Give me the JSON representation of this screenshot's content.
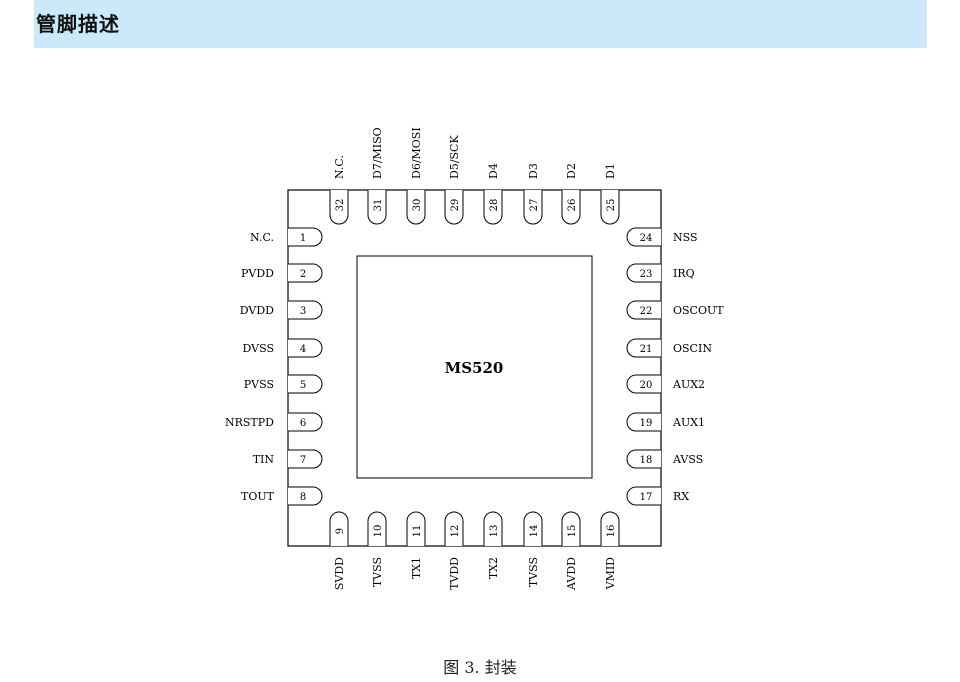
{
  "header": {
    "title": "管脚描述"
  },
  "chip": {
    "name": "MS520"
  },
  "pins": {
    "left": [
      {
        "num": "1",
        "name": "N.C."
      },
      {
        "num": "2",
        "name": "PVDD"
      },
      {
        "num": "3",
        "name": "DVDD"
      },
      {
        "num": "4",
        "name": "DVSS"
      },
      {
        "num": "5",
        "name": "PVSS"
      },
      {
        "num": "6",
        "name": "NRSTPD"
      },
      {
        "num": "7",
        "name": "TIN"
      },
      {
        "num": "8",
        "name": "TOUT"
      }
    ],
    "bottom": [
      {
        "num": "9",
        "name": "SVDD"
      },
      {
        "num": "10",
        "name": "TVSS"
      },
      {
        "num": "11",
        "name": "TX1"
      },
      {
        "num": "12",
        "name": "TVDD"
      },
      {
        "num": "13",
        "name": "TX2"
      },
      {
        "num": "14",
        "name": "TVSS"
      },
      {
        "num": "15",
        "name": "AVDD"
      },
      {
        "num": "16",
        "name": "VMID"
      }
    ],
    "right": [
      {
        "num": "17",
        "name": "RX"
      },
      {
        "num": "18",
        "name": "AVSS"
      },
      {
        "num": "19",
        "name": "AUX1"
      },
      {
        "num": "20",
        "name": "AUX2"
      },
      {
        "num": "21",
        "name": "OSCIN"
      },
      {
        "num": "22",
        "name": "OSCOUT"
      },
      {
        "num": "23",
        "name": "IRQ"
      },
      {
        "num": "24",
        "name": "NSS"
      }
    ],
    "top": [
      {
        "num": "25",
        "name": "D1"
      },
      {
        "num": "26",
        "name": "D2"
      },
      {
        "num": "27",
        "name": "D3"
      },
      {
        "num": "28",
        "name": "D4"
      },
      {
        "num": "29",
        "name": "D5/SCK"
      },
      {
        "num": "30",
        "name": "D6/MOSI"
      },
      {
        "num": "31",
        "name": "D7/MISO"
      },
      {
        "num": "32",
        "name": "N.C."
      }
    ]
  },
  "caption": "图 3. 封装"
}
